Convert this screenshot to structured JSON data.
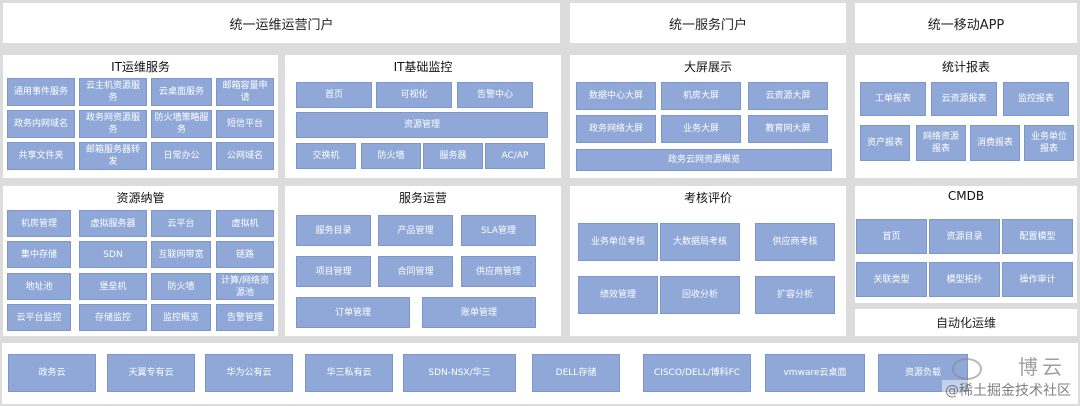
{
  "portals": {
    "ops": "统一运维运营门户",
    "service": "统一服务门户",
    "mobile": "统一移动APP"
  },
  "it_ops": {
    "title": "IT运维服务",
    "items": [
      "通用事件服务",
      "云主机资源服务",
      "云桌面服务",
      "邮箱容量申请",
      "政务内网域名",
      "政务网资源服务",
      "防火墙策略服务",
      "短信平台",
      "共享文件夹",
      "邮箱服务器转发",
      "日常办公",
      "公网域名"
    ]
  },
  "it_monitor": {
    "title": "IT基础监控",
    "row1": [
      "首页",
      "可视化",
      "告警中心"
    ],
    "row2": [
      "资源管理"
    ],
    "row3": [
      "交换机",
      "防火墙",
      "服务器",
      "AC/AP"
    ]
  },
  "bigscreen": {
    "title": "大屏展示",
    "items": [
      "数据中心大屏",
      "机房大屏",
      "云资源大屏",
      "政务网络大屏",
      "业务大屏",
      "教育网大屏"
    ],
    "wide": "政务云网资源概览"
  },
  "stats": {
    "title": "统计报表",
    "row1": [
      "工单报表",
      "云资源报表",
      "监控报表"
    ],
    "row2": [
      "资产报表",
      "网络资源报表",
      "消费报表",
      "业务单位报表"
    ]
  },
  "resource": {
    "title": "资源纳管",
    "items": [
      "机房管理",
      "虚拟服务器",
      "云平台",
      "虚拟机",
      "集中存储",
      "SDN",
      "互联网带宽",
      "链路",
      "地址池",
      "堡垒机",
      "防火墙",
      "计算/网络资源池",
      "云平台监控",
      "存储监控",
      "监控概览",
      "告警管理"
    ]
  },
  "service_ops": {
    "title": "服务运营",
    "row1": [
      "服务目录",
      "产品管理",
      "SLA管理"
    ],
    "row2": [
      "项目管理",
      "合同管理",
      "供应商管理"
    ],
    "row3": [
      "订单管理",
      "账单管理"
    ]
  },
  "assessment": {
    "title": "考核评价",
    "row1": [
      "业务单位考核",
      "大数据局考核",
      "供应商考核"
    ],
    "row2": [
      "绩效管理",
      "回收分析",
      "扩容分析"
    ]
  },
  "cmdb": {
    "title": "CMDB",
    "row1": [
      "首页",
      "资源目录",
      "配置模型"
    ],
    "row2": [
      "关联类型",
      "模型拓扑",
      "操作审计"
    ]
  },
  "automation": {
    "title": "自动化运维"
  },
  "bottom": [
    "政务云",
    "天翼专有云",
    "华为公有云",
    "华三私有云",
    "SDN-NSX/华三",
    "DELL存储",
    "CISCO/DELL/博科FC",
    "vmware云桌面",
    "资源负载"
  ],
  "watermark": {
    "brand": "博云",
    "text": "@稀土掘金技术社区"
  }
}
